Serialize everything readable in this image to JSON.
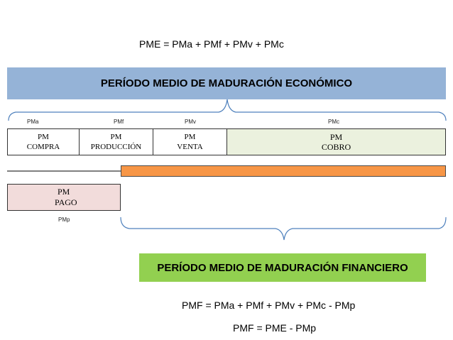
{
  "formulas": {
    "pme": "PME = PMa + PMf + PMv + PMc",
    "pmf": "PMF = PMa + PMf + PMv + PMc - PMp",
    "pmf_short": "PMF = PME - PMp"
  },
  "banners": {
    "economico": "PERÍODO MEDIO DE MADURACIÓN ECONÓMICO",
    "financiero": "PERÍODO MEDIO DE MADURACIÓN FINANCIERO"
  },
  "labels": {
    "pma": "PMa",
    "pmf": "PMf",
    "pmv": "PMv",
    "pmc": "PMc",
    "pmp": "PMp"
  },
  "cells": {
    "compra": [
      "PM",
      "COMPRA"
    ],
    "produccion": [
      "PM",
      "PRODUCCIÓN"
    ],
    "venta": [
      "PM",
      "VENTA"
    ],
    "cobro": [
      "PM",
      "COBRO"
    ],
    "pago": [
      "PM",
      "PAGO"
    ]
  },
  "colors": {
    "economico_banner": "#95b3d7",
    "financiero_banner": "#92d050",
    "cobro_fill": "#ebf1de",
    "pago_fill": "#f2dcdb",
    "orange_bar": "#f79646",
    "brace": "#4f81bd"
  }
}
